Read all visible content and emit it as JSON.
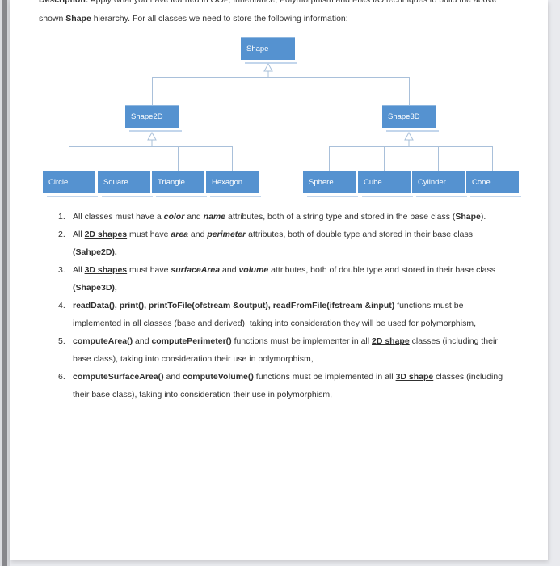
{
  "chrome": {
    "surround_color": "#e9eaee",
    "edge_bar_color": "#87878b"
  },
  "header": {
    "line1": [
      {
        "t": "Description:",
        "s": "b"
      },
      {
        "t": " Apply what you have learned in OOP, Inheritance, Polymorphism and Files I/O techniques to build the above"
      }
    ],
    "line2": [
      {
        "t": "shown "
      },
      {
        "t": "Shape",
        "s": "b"
      },
      {
        "t": " hierarchy. For all classes we need to store the following information:"
      }
    ]
  },
  "diagram": {
    "box_color": "#5592d0",
    "connector_color": "#a9c0da",
    "root": "Shape",
    "branches": [
      {
        "label": "Shape2D",
        "children": [
          "Circle",
          "Square",
          "Triangle",
          "Hexagon"
        ]
      },
      {
        "label": "Shape3D",
        "children": [
          "Sphere",
          "Cube",
          "Cylinder",
          "Cone"
        ]
      }
    ]
  },
  "list": {
    "items": [
      {
        "num": "1.",
        "lines": [
          [
            {
              "t": "All classes must have a "
            },
            {
              "t": "color",
              "s": "bi"
            },
            {
              "t": " and "
            },
            {
              "t": "name",
              "s": "bi"
            },
            {
              "t": " attributes, both of a string type and stored in the base class ("
            },
            {
              "t": "Shape",
              "s": "b"
            },
            {
              "t": ")."
            }
          ]
        ]
      },
      {
        "num": "2.",
        "lines": [
          [
            {
              "t": "All "
            },
            {
              "t": "2D shapes",
              "s": "bu"
            },
            {
              "t": " must have "
            },
            {
              "t": "area",
              "s": "bi"
            },
            {
              "t": " and "
            },
            {
              "t": "perimeter",
              "s": "bi"
            },
            {
              "t": " attributes, both of double type and stored in their base class"
            }
          ],
          [
            {
              "t": "(Sahpe2D).",
              "s": "b"
            }
          ]
        ]
      },
      {
        "num": "3.",
        "lines": [
          [
            {
              "t": "All "
            },
            {
              "t": "3D shapes",
              "s": "bu"
            },
            {
              "t": " must have "
            },
            {
              "t": "surfaceArea",
              "s": "bi"
            },
            {
              "t": " and "
            },
            {
              "t": "volume",
              "s": "bi"
            },
            {
              "t": " attributes, both of double type and stored in their base class"
            }
          ],
          [
            {
              "t": "(Shape3D),",
              "s": "b"
            }
          ]
        ]
      },
      {
        "num": "4.",
        "lines": [
          [
            {
              "t": "readData(), print(), printToFile(ofstream &output), readFromFile(ifstream &input)",
              "s": "b"
            },
            {
              "t": " functions must be"
            }
          ],
          [
            {
              "t": "implemented in all classes (base and derived), taking into consideration they will be used for polymorphism,"
            }
          ]
        ]
      },
      {
        "num": "5.",
        "lines": [
          [
            {
              "t": "computeArea()",
              "s": "b"
            },
            {
              "t": " and "
            },
            {
              "t": "computePerimeter()",
              "s": "b"
            },
            {
              "t": " functions must be implementer in all "
            },
            {
              "t": "2D shape",
              "s": "bu"
            },
            {
              "t": " classes (including their"
            }
          ],
          [
            {
              "t": "base class), taking into consideration their use in polymorphism,"
            }
          ]
        ]
      },
      {
        "num": "6.",
        "lines": [
          [
            {
              "t": "computeSurfaceArea()",
              "s": "b"
            },
            {
              "t": " and "
            },
            {
              "t": "computeVolume()",
              "s": "b"
            },
            {
              "t": " functions must be implemented in all "
            },
            {
              "t": "3D shape",
              "s": "bu"
            },
            {
              "t": " classes (including"
            }
          ],
          [
            {
              "t": "their base class), taking into consideration their use in polymorphism,"
            }
          ]
        ]
      }
    ]
  }
}
